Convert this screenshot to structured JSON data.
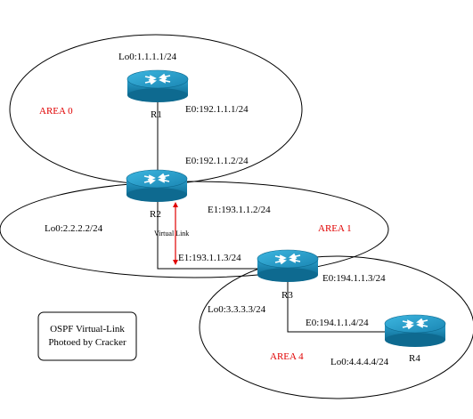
{
  "colors": {
    "area_label": "#e00000",
    "virtual_link": "#e00000",
    "router_body": "#1f8fb8",
    "router_top": "#2aa7d3"
  },
  "areas": {
    "area0": "AREA 0",
    "area1": "AREA 1",
    "area4": "AREA 4"
  },
  "routers": {
    "r1": {
      "name": "R1",
      "lo": "Lo0:1.1.1.1/24",
      "e0": "E0:192.1.1.1/24"
    },
    "r2": {
      "name": "R2",
      "lo": "Lo0:2.2.2.2/24",
      "e0": "E0:192.1.1.2/24",
      "e1": "E1:193.1.1.2/24"
    },
    "r3": {
      "name": "R3",
      "lo": "Lo0:3.3.3.3/24",
      "e1": "E1:193.1.1.3/24",
      "e0": "E0:194.1.1.3/24"
    },
    "r4": {
      "name": "R4",
      "lo": "Lo0:4.4.4.4/24",
      "e0": "E0:194.1.1.4/24"
    }
  },
  "virtual_link_label": "Virtual Link",
  "caption": {
    "line1": "OSPF Virtual-Link",
    "line2": "Photoed by Cracker"
  },
  "icons": {
    "router": "router-icon"
  }
}
